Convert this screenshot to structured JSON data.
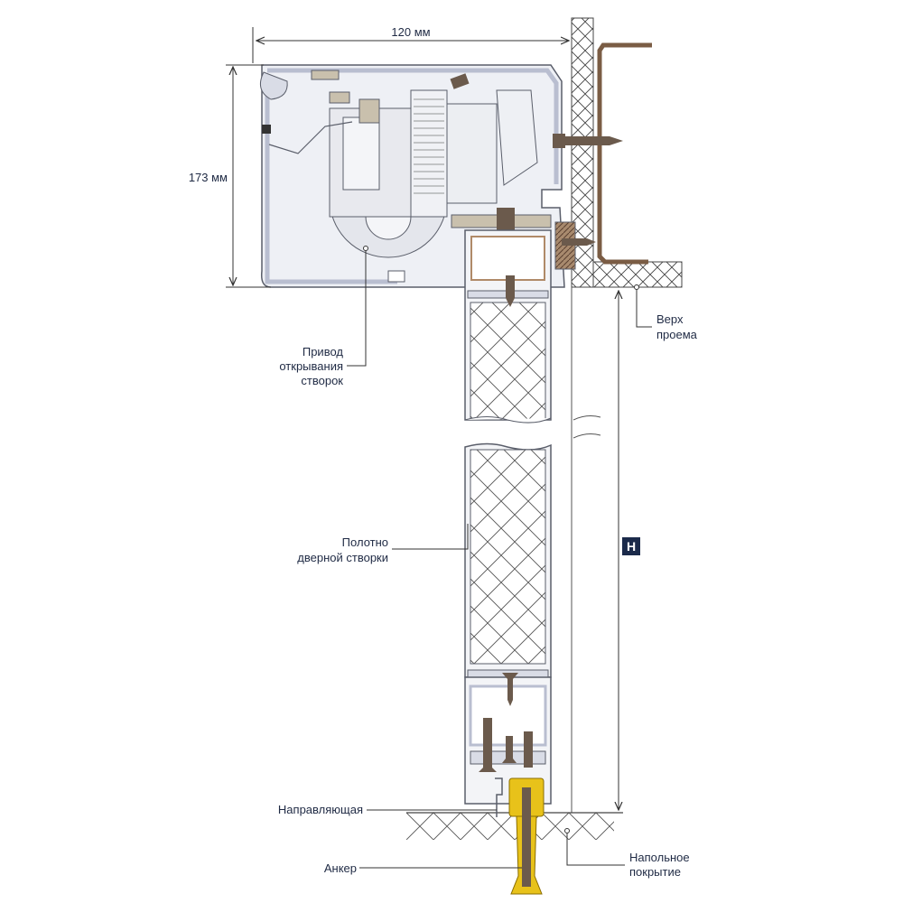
{
  "dimensions": {
    "width_label": "120 мм",
    "height_label": "173 мм",
    "opening_height_label": "H"
  },
  "labels": {
    "drive": [
      "Привод",
      "открывания",
      "створок"
    ],
    "opening_top": [
      "Верх",
      "проема"
    ],
    "door_leaf": [
      "Полотно",
      "дверной створки"
    ],
    "guide": "Направляющая",
    "anchor": "Анкер",
    "floor": [
      "Напольное",
      "покрытие"
    ]
  },
  "colors": {
    "profile": "#d9dce6",
    "outline": "#5a5e6a",
    "bracket": "#7a5c44",
    "screw": "#6b5a4c",
    "anchor": "#e8c21a",
    "text": "#1f2a44",
    "badge": "#1b2a4a"
  }
}
